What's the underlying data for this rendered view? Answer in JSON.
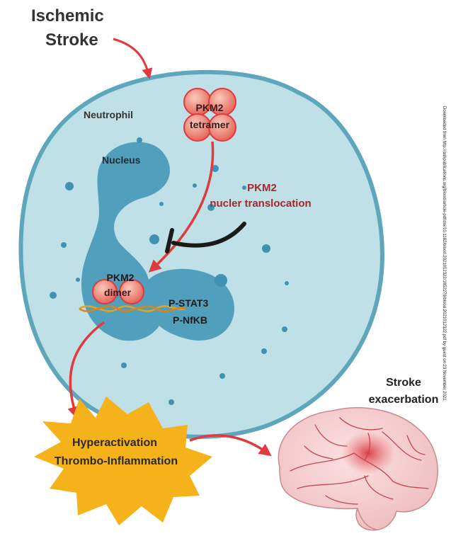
{
  "title": {
    "line1": "Ischemic",
    "line2": "Stroke"
  },
  "cell": {
    "label": "Neutrophil",
    "nucleus_label": "Nucleus"
  },
  "tetramer": {
    "line1": "PKM2",
    "line2": "tetramer"
  },
  "translocation": {
    "line1": "PKM2",
    "line2": "nucler translocation"
  },
  "dimer": {
    "line1": "PKM2",
    "line2": "dimer"
  },
  "targets": {
    "line1": "P-STAT3",
    "line2": "P-NfKB"
  },
  "outcome": {
    "line1": "Hyperactivation",
    "line2": "Thrombo-Inflammation"
  },
  "exacerbation": {
    "line1": "Stroke",
    "line2": "exacerbation"
  },
  "side_note": "Downloaded from http://ashpublications.org/blood/article-pdf/doi/10.1182/blood.2021012322/1852279/blood.2021012322.pdf by guest on 23 November 2021",
  "colors": {
    "cell_fill": "#bfe0e6",
    "cell_stroke": "#5ea6bb",
    "nucleus": "#4f9fbd",
    "arrow": "#e0393e",
    "inhibit": "#1a1a1a",
    "star": "#f6b21b",
    "protein": "#f08478",
    "translocation_text": "#a3282c",
    "text": "#333333"
  },
  "icons": [
    "curved-arrow-icon",
    "inhibition-bar-icon",
    "dna-helix-icon",
    "brain-icon",
    "burst-star-icon"
  ]
}
